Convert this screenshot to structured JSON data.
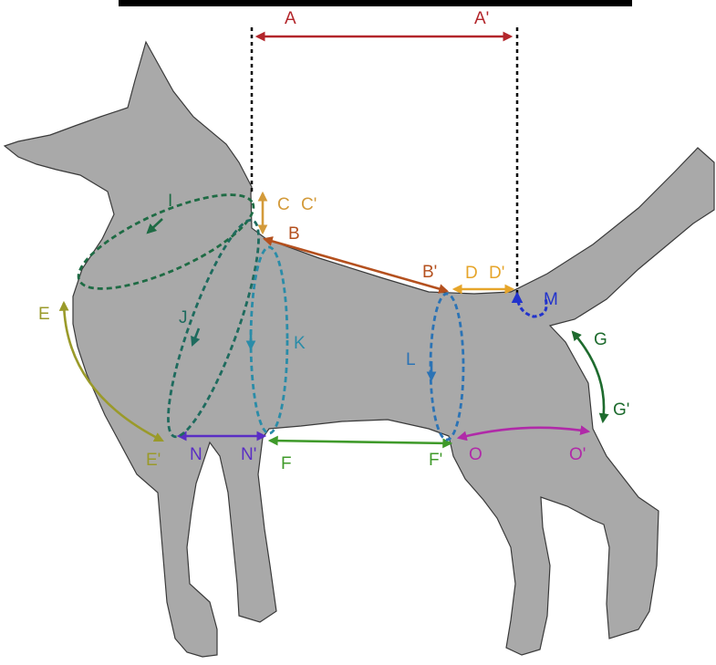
{
  "labels": {
    "A": "A",
    "A_prime": "A'",
    "B": "B",
    "B_prime": "B'",
    "C": "C",
    "C_prime": "C'",
    "D": "D",
    "D_prime": "D'",
    "E": "E",
    "E_prime": "E'",
    "F": "F",
    "F_prime": "F'",
    "G": "G",
    "G_prime": "G'",
    "I": "I",
    "J": "J",
    "K": "K",
    "L": "L",
    "M": "M",
    "N": "N",
    "N_prime": "N'",
    "O": "O",
    "O_prime": "O'"
  },
  "colors": {
    "body_fill": "#a9a9a9",
    "outline": "#3a3a3a",
    "A": "#b3262b",
    "B": "#b4501e",
    "C": "#d39a3a",
    "D": "#e6a52a",
    "E": "#9a9a2a",
    "F": "#3f9a2a",
    "G": "#1e6b2e",
    "I": "#1e6b44",
    "J": "#1e6b5e",
    "K": "#2a8ca8",
    "L": "#2b73b5",
    "M": "#2233cc",
    "N": "#5a2ec4",
    "O": "#b02aa8"
  }
}
